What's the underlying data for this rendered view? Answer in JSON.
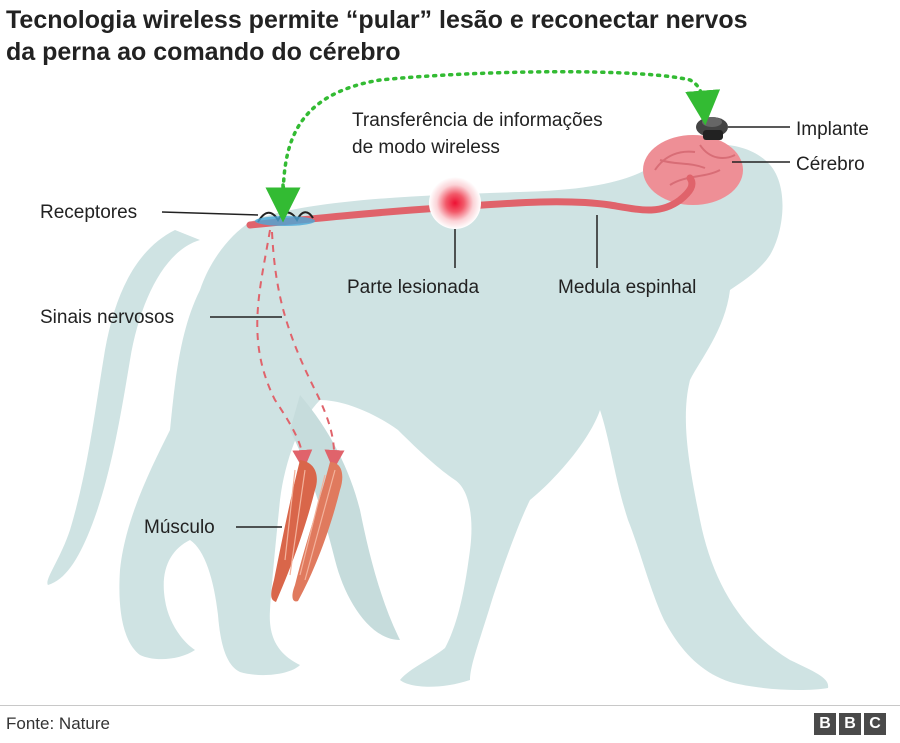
{
  "title": {
    "line1": "Tecnologia wireless permite “pular” lesão e reconectar nervos",
    "line2": "da perna ao comando do cérebro"
  },
  "labels": {
    "transfer_line1": "Transferência de informações",
    "transfer_line2": "de modo wireless",
    "implant": "Implante",
    "brain": "Cérebro",
    "receptors": "Receptores",
    "injured": "Parte lesionada",
    "spinal_cord": "Medula espinhal",
    "nerve_signals": "Sinais nervosos",
    "muscle": "Músculo"
  },
  "footer": {
    "source": "Fonte: Nature",
    "logo_letters": [
      "B",
      "B",
      "C"
    ]
  },
  "colors": {
    "body": "#cfe3e3",
    "spine": "#e0636b",
    "brain": "#ee8f96",
    "wireless": "#33bb33",
    "lesion": "#ee1133",
    "muscle": "#d9664a"
  }
}
